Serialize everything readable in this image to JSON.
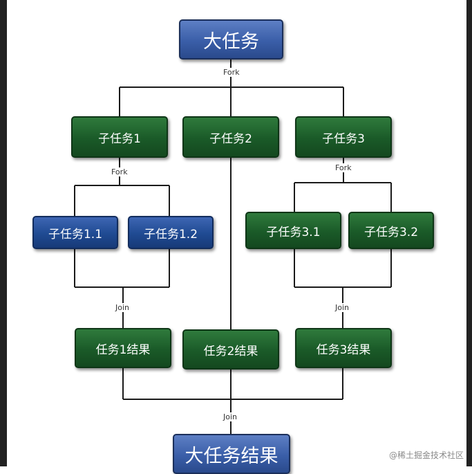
{
  "nodes": {
    "root": "大任务",
    "sub1": "子任务1",
    "sub2": "子任务2",
    "sub3": "子任务3",
    "sub1_1": "子任务1.1",
    "sub1_2": "子任务1.2",
    "sub3_1": "子任务3.1",
    "sub3_2": "子任务3.2",
    "res1": "任务1结果",
    "res2": "任务2结果",
    "res3": "任务3结果",
    "final": "大任务结果"
  },
  "labels": {
    "fork_top": "Fork",
    "fork_left": "Fork",
    "fork_right": "Fork",
    "join_left": "Join",
    "join_right": "Join",
    "join_bottom": "Join"
  },
  "watermark": "@稀土掘金技术社区",
  "colors": {
    "green_box": "#1a5a28",
    "blue_box": "#1f4a92",
    "root_box": "#3a5ea8",
    "lines": "#1a1a1a"
  }
}
